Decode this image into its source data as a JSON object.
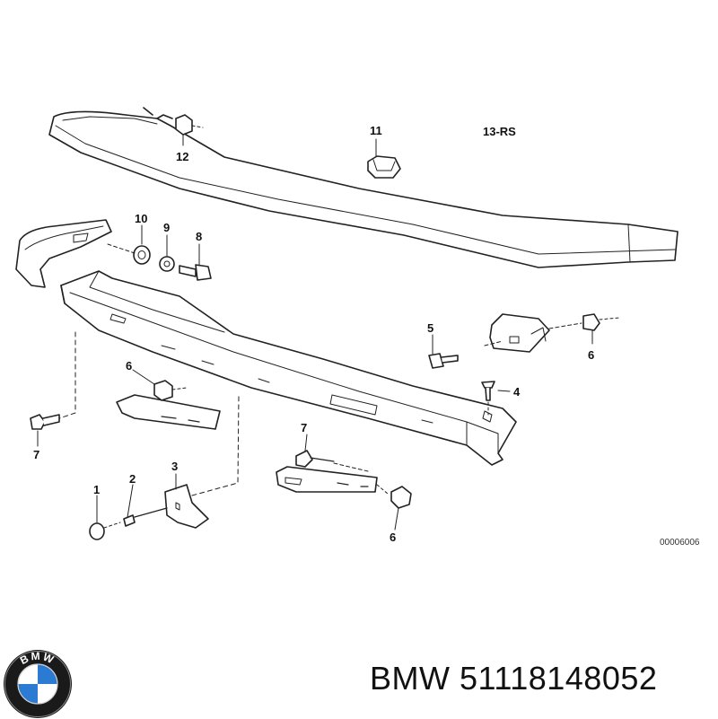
{
  "diagram": {
    "assembly_label": "13-RS",
    "drawing_number": "00006006",
    "callouts": {
      "c12": "12",
      "c11": "11",
      "c10": "10",
      "c9": "9",
      "c8": "8",
      "c5": "5",
      "c6a": "6",
      "c6b": "6",
      "c6c": "6",
      "c4": "4",
      "c7a": "7",
      "c7b": "7",
      "c3": "3",
      "c2": "2",
      "c1": "1"
    }
  },
  "footer": {
    "brand_name": "BMW",
    "part_number": "51118148052",
    "logo_letters": "BMW"
  },
  "colors": {
    "line": "#222222",
    "fill": "#ffffff",
    "logo_blue": "#2a7bd1"
  }
}
